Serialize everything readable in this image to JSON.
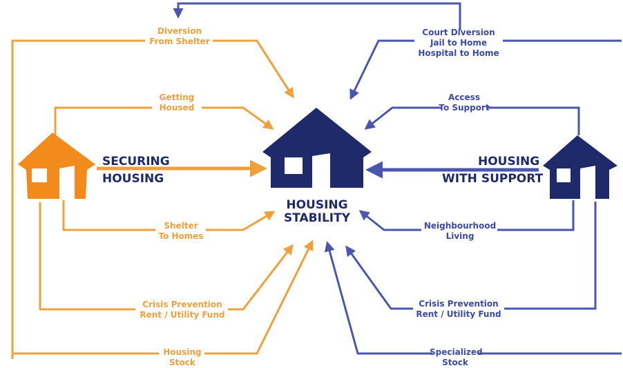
{
  "colors": {
    "orange": "#f0a03a",
    "orange_house": "#f28a1c",
    "blue_line": "#4a55b0",
    "navy": "#1f2a6b"
  },
  "center": {
    "title_line1": "HOUSING",
    "title_line2": "STABILITY"
  },
  "left": {
    "heading_line1": "SECURING",
    "heading_line2": "HOUSING"
  },
  "right": {
    "heading_line1": "HOUSING",
    "heading_line2": "WITH SUPPORT"
  },
  "left_labels": {
    "diversion": [
      "Diversion",
      "From Shelter"
    ],
    "getting_housed": [
      "Getting",
      "Housed"
    ],
    "shelter_to_homes": [
      "Shelter",
      "To Homes"
    ],
    "crisis": [
      "Crisis Prevention",
      "Rent / Utility Fund"
    ],
    "housing_stock": [
      "Housing",
      "Stock"
    ]
  },
  "right_labels": {
    "court": [
      "Court Diversion",
      "Jail to Home",
      "Hospital to Home"
    ],
    "access": [
      "Access",
      "To Support"
    ],
    "neighbourhood": [
      "Neighbourhood",
      "Living"
    ],
    "crisis": [
      "Crisis Prevention",
      "Rent / Utility Fund"
    ],
    "specialized": [
      "Specialized",
      "Stock"
    ]
  }
}
